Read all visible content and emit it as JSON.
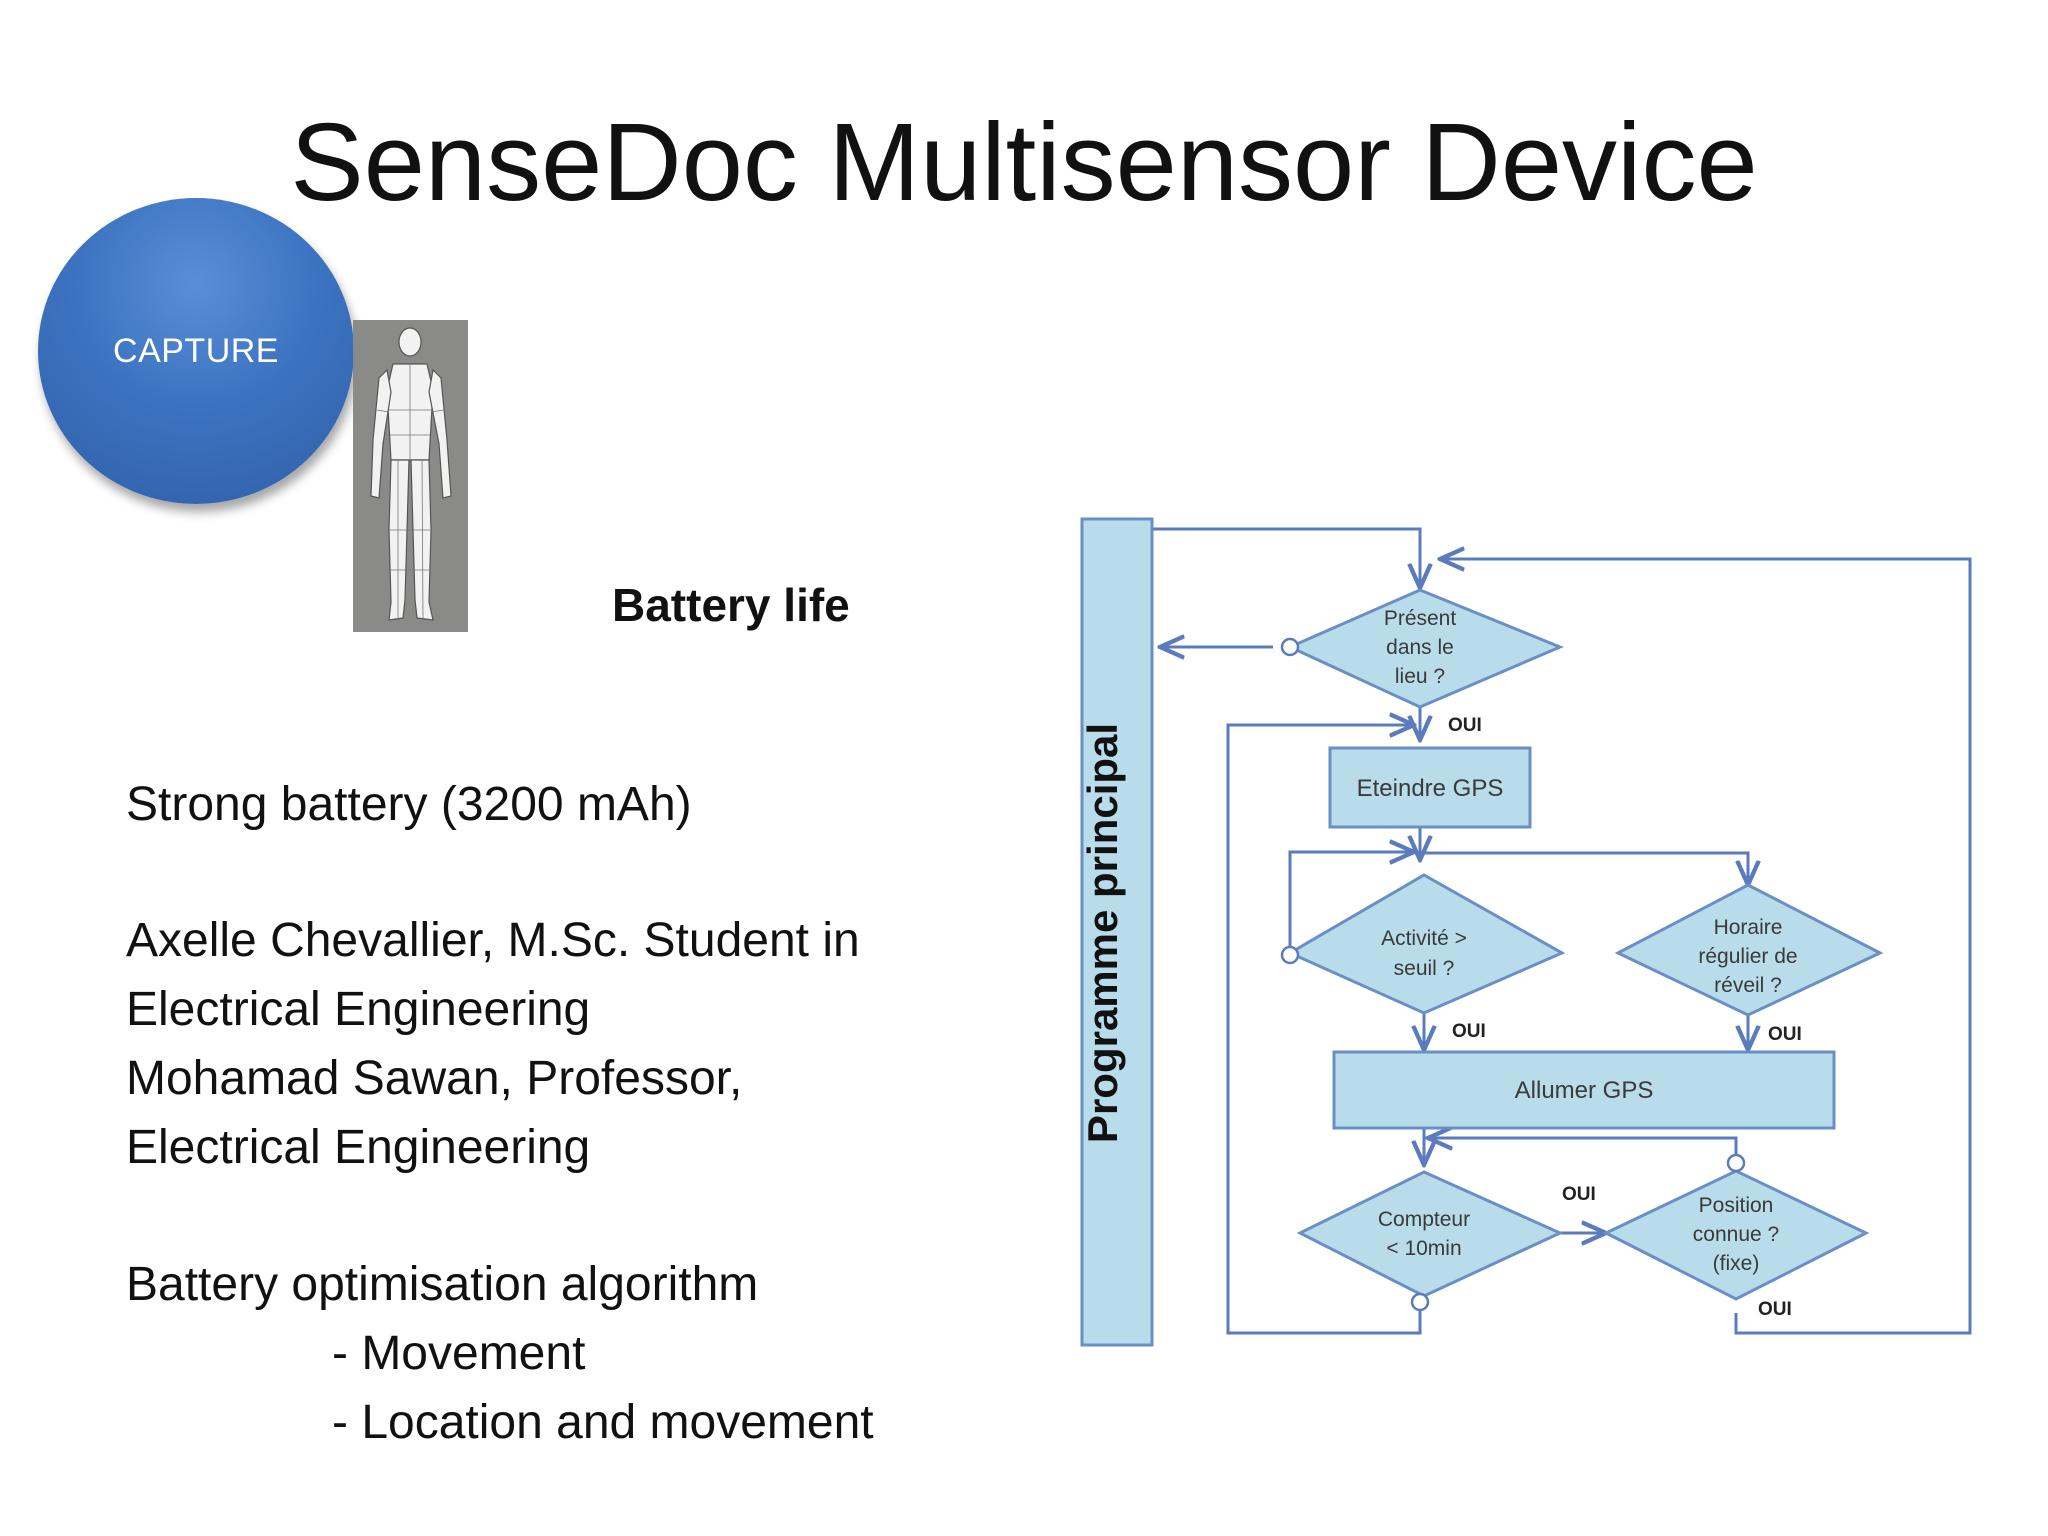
{
  "slide": {
    "title": "SenseDoc Multisensor Device",
    "capture_label": "CAPTURE",
    "battery_life": "Battery life",
    "battery_spec": "Strong battery (3200 mAh)",
    "credits": [
      "Axelle Chevallier, M.Sc. Student in",
      "Electrical Engineering",
      "Mohamad Sawan, Professor,",
      "Electrical Engineering"
    ],
    "algorithm_heading": "Battery optimisation algorithm",
    "algorithm_items": [
      "- Movement",
      "- Location and movement"
    ]
  },
  "flowchart": {
    "main_program_label": "Programme principal",
    "present_lines": [
      "Présent",
      "dans le",
      "lieu ?"
    ],
    "eteindre_gps": "Eteindre GPS",
    "activite_lines": [
      "Activité >",
      "seuil ?"
    ],
    "horaire_lines": [
      "Horaire",
      "régulier de",
      "réveil ?"
    ],
    "allumer_gps": "Allumer GPS",
    "compteur_lines": [
      "Compteur",
      "< 10min"
    ],
    "position_lines": [
      "Position",
      "connue ?",
      "(fixe)"
    ],
    "oui": "OUI",
    "colors": {
      "fill": "#b9dcea",
      "stroke": "#6a8fc6",
      "line": "#5b7bbd",
      "text": "#3a3a3a"
    }
  }
}
